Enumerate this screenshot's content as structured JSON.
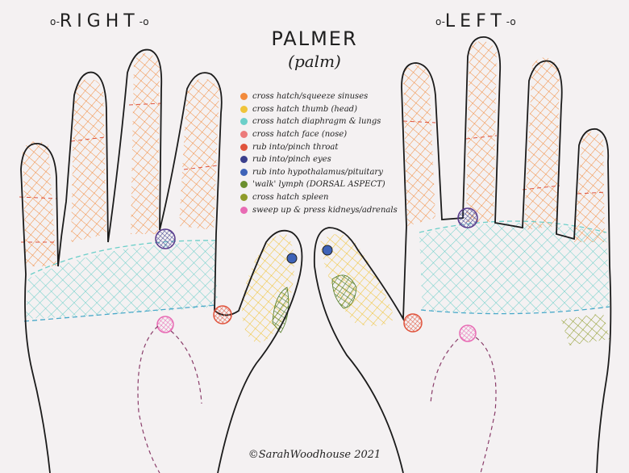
{
  "labels": {
    "right": "RIGHT",
    "left": "LEFT",
    "title": "PALMER",
    "subtitle": "(palm)",
    "credit": "©SarahWoodhouse 2021"
  },
  "legend": [
    {
      "color": "#f28a3c",
      "text": "cross hatch/squeeze sinuses"
    },
    {
      "color": "#f0c43a",
      "text": "cross hatch thumb (head)"
    },
    {
      "color": "#6ccfc9",
      "text": "cross hatch diaphragm & lungs"
    },
    {
      "color": "#ec7a7a",
      "text": "cross hatch face (nose)"
    },
    {
      "color": "#e0533c",
      "text": "rub into/pinch throat"
    },
    {
      "color": "#3b3f8c",
      "text": "rub into/pinch eyes"
    },
    {
      "color": "#3e63b8",
      "text": "rub into hypothalamus/pituitary"
    },
    {
      "color": "#6b8f2e",
      "text": "'walk' lymph (DORSAL ASPECT)"
    },
    {
      "color": "#8f9b2a",
      "text": "cross hatch spleen"
    },
    {
      "color": "#e86bb4",
      "text": "sweep up & press kidneys/adrenals"
    }
  ],
  "colors": {
    "sinus": "#f28a3c",
    "thumb": "#f0c43a",
    "lungs": "#6ccfc9",
    "face": "#ec7a7a",
    "throat": "#e0533c",
    "eyes": "#3b3f8c",
    "pituitary": "#3e63b8",
    "lymph": "#6b8f2e",
    "spleen": "#8f9b2a",
    "kidneys": "#e86bb4",
    "outline": "#1b1b1b",
    "guide": "#8a3d6a"
  }
}
